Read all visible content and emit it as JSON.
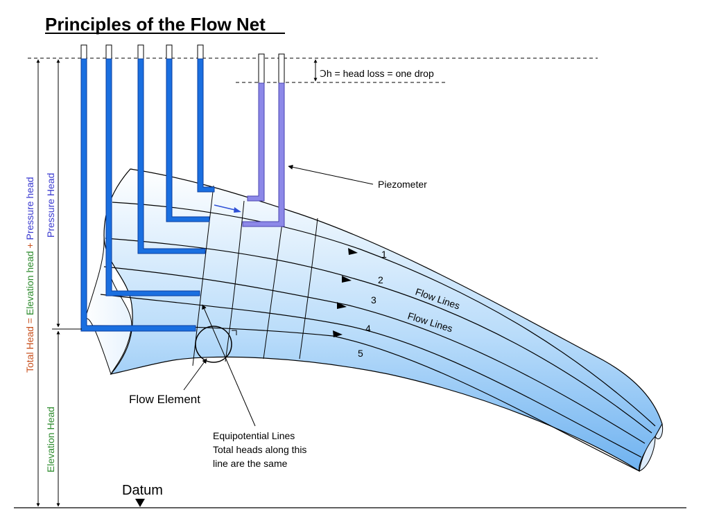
{
  "title": "Principles of the Flow Net",
  "head_loss_label": "Ↄh = head loss = one drop",
  "piezometer_label": "Piezometer",
  "flow_lines_label_1": "Flow Lines",
  "flow_lines_label_2": "Flow Lines",
  "flow_line_numbers": [
    "1",
    "2",
    "3",
    "4",
    "5"
  ],
  "flow_element_label": "Flow Element",
  "equipotential_label": [
    "Equipotential Lines",
    "Total heads along this",
    "line are the same"
  ],
  "datum_label": "Datum",
  "axis_labels": {
    "total_head": {
      "part1": "Total Head",
      "eq": " = ",
      "part2": "Elevation head",
      "plus": " + ",
      "part3": "Pressure head"
    },
    "pressure_head": "Pressure Head",
    "elevation_head": "Elevation Head"
  },
  "colors": {
    "tube": "#1a6fe0",
    "tube_dark": "#0a3d9e",
    "piezo": "#8c88e8",
    "flow_fill_light": "#ffffff",
    "flow_fill_dark": "#7db9f2",
    "total_head_orange": "#c8501e",
    "elevation_green": "#2e8b2e",
    "pressure_blue": "#3a3ad0",
    "arrow_blue": "#2d4fd6"
  }
}
